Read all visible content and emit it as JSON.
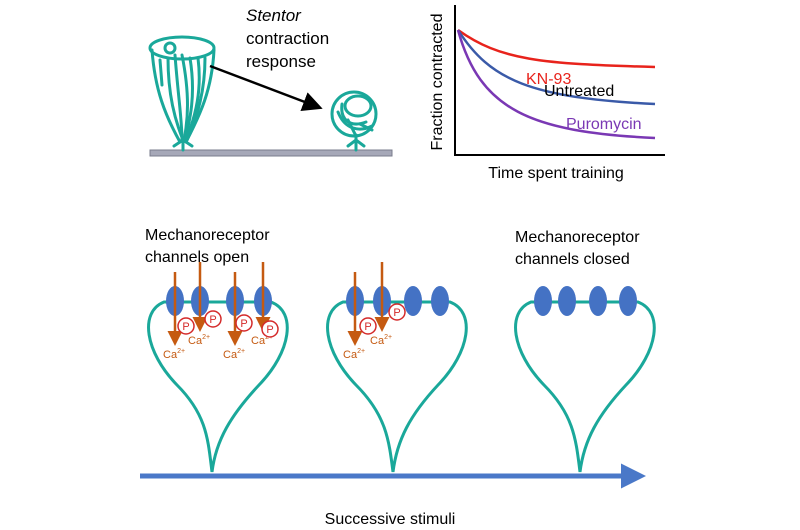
{
  "top_left": {
    "caption_italic": "Stentor",
    "caption_line2": "contraction",
    "caption_line3": "response"
  },
  "graph": {
    "ylabel": "Fraction contracted",
    "xlabel": "Time spent training",
    "series": [
      {
        "name": "KN-93",
        "color": "#e8231c"
      },
      {
        "name": "Untreated",
        "color": "#3a5aa8"
      },
      {
        "name": "Puromycin",
        "color": "#7a38b4"
      }
    ]
  },
  "bottom": {
    "left_label_1": "Mechanoreceptor",
    "left_label_2": "channels open",
    "right_label_1": "Mechanoreceptor",
    "right_label_2": "channels closed",
    "phospho_label": "P",
    "ion_label": "Ca",
    "ion_charge": "2+",
    "axis_label": "Successive stimuli"
  },
  "colors": {
    "cell": "#1aa89a",
    "channel": "#4472c4",
    "arrow": "#c55a11",
    "phospho": "#d42a2a",
    "stimuli_arrow": "#4a78c8"
  }
}
